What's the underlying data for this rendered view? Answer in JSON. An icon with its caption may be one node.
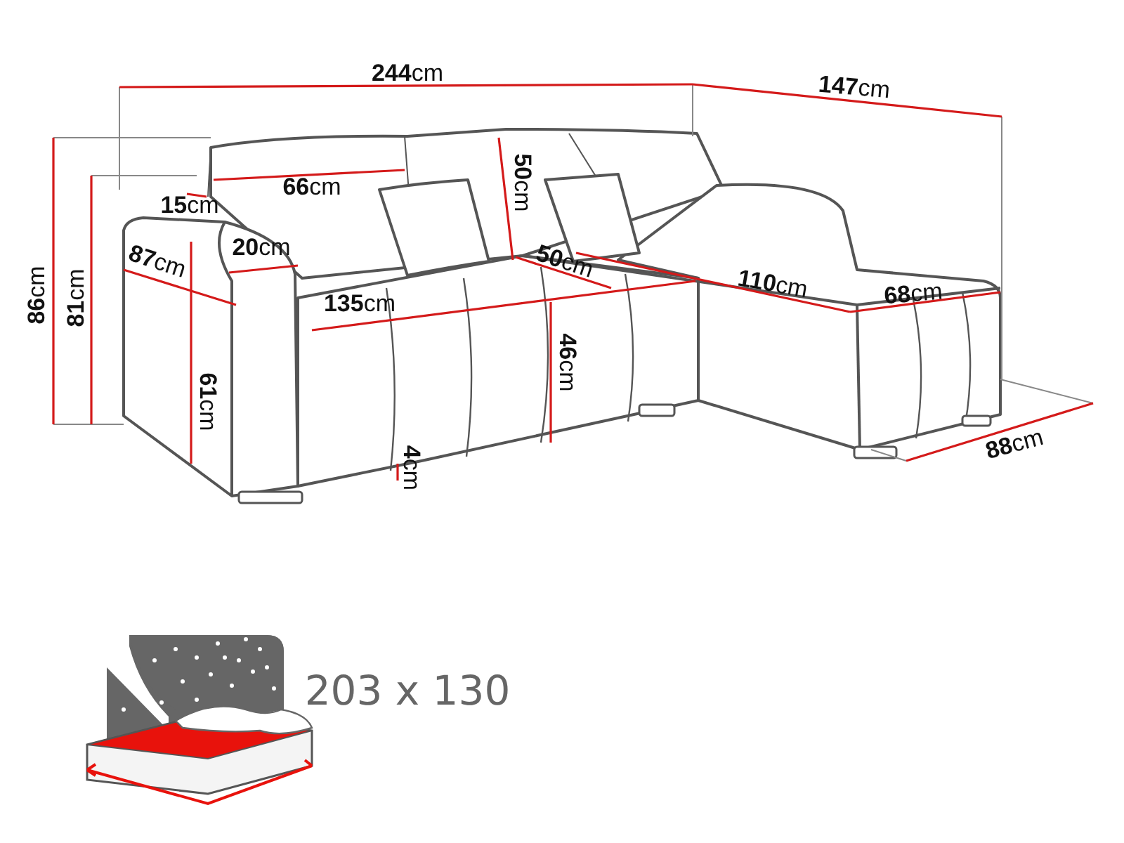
{
  "diagram": {
    "labels": [
      "**244**cm",
      "**147**cm",
      "**50**cm",
      "**15**cm",
      "**66**cm",
      "**87**cm",
      "**20**cm",
      "**50**cm",
      "**110**cm",
      "**68**cm",
      "**86**cm",
      "**81**cm",
      "**135**cm",
      "**46**cm",
      "**61**cm",
      "**4**cm",
      "**88**cm",
      "203 x 130"
    ]
  }
}
